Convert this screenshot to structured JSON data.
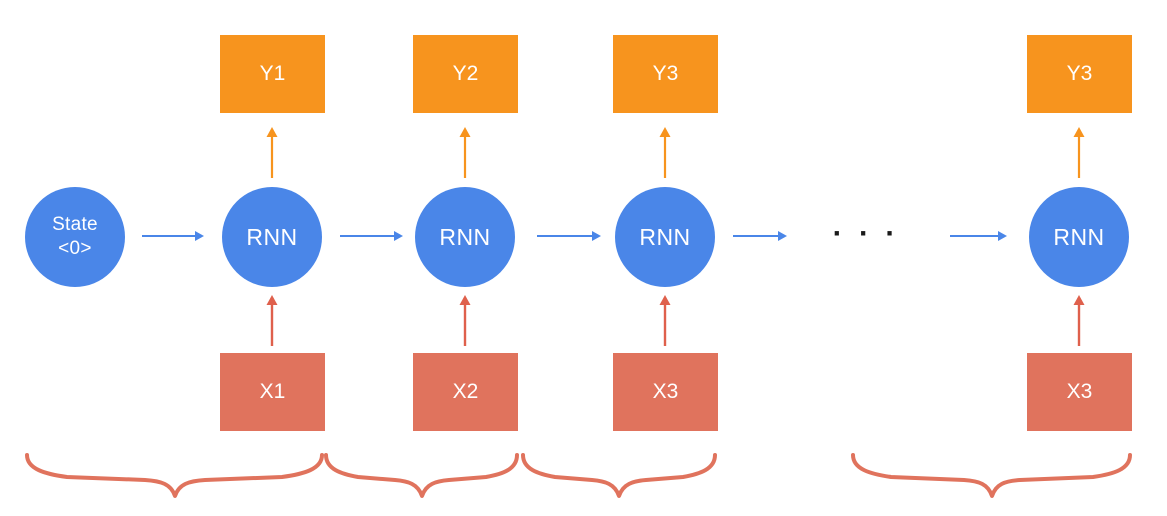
{
  "nodes": {
    "initial_state": {
      "label": "State\n<0>"
    },
    "rnn_cells": [
      {
        "label": "RNN"
      },
      {
        "label": "RNN"
      },
      {
        "label": "RNN"
      },
      {
        "label": "RNN"
      }
    ],
    "outputs": [
      {
        "label": "Y1"
      },
      {
        "label": "Y2"
      },
      {
        "label": "Y3"
      },
      {
        "label": "Y3"
      }
    ],
    "inputs": [
      {
        "label": "X1"
      },
      {
        "label": "X2"
      },
      {
        "label": "X3"
      },
      {
        "label": "X3"
      }
    ],
    "ellipsis": "· · ·"
  },
  "colors": {
    "node_blue": "#4a86e8",
    "output_orange": "#f7941e",
    "input_salmon": "#e0735d",
    "arrow_blue": "#4a86e8",
    "arrow_orange": "#f7941e",
    "arrow_red": "#df604c",
    "brace_salmon": "#e0735d",
    "label_white": "#ffffff",
    "ellipsis_dark": "#1a1a1a",
    "background": "#ffffff"
  }
}
